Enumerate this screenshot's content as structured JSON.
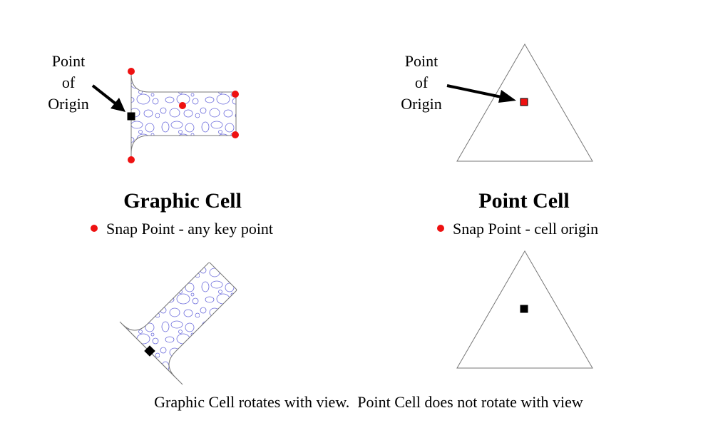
{
  "graphic_cell": {
    "title": "Graphic Cell",
    "snap_text": "Snap Point - any key point",
    "origin_label": [
      "Point",
      "of",
      "Origin"
    ]
  },
  "point_cell": {
    "title": "Point Cell",
    "snap_text": "Snap Point - cell origin",
    "origin_label": [
      "Point",
      "of",
      "Origin"
    ]
  },
  "caption": "Graphic Cell rotates with view.  Point Cell does not rotate with view",
  "colors": {
    "snap_point": "#ee1111",
    "origin_marker": "#000000",
    "pattern_stroke": "#6b6bdc",
    "outline": "#777777"
  }
}
